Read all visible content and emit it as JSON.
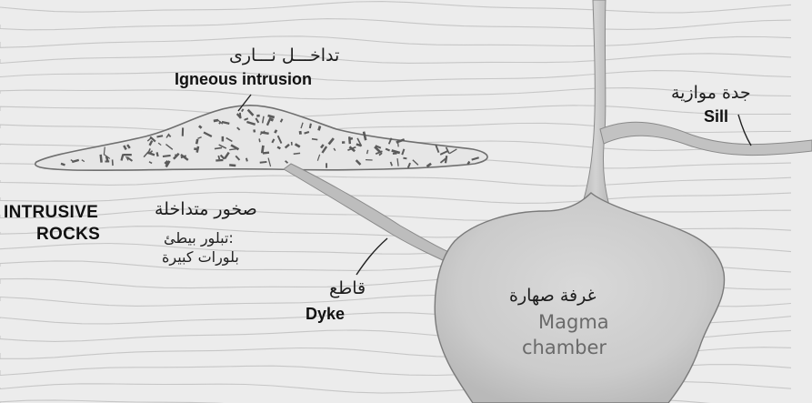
{
  "labels": {
    "igneous_intrusion": {
      "ar": "تداخـــل نـــارى",
      "en": "Igneous intrusion"
    },
    "sill": {
      "ar": "جدة موازية",
      "en": "Sill"
    },
    "intrusive_rocks": {
      "ar": "صخور متداخلة",
      "en_line1": "INTRUSIVE",
      "en_line2": "ROCKS"
    },
    "crystal_note": {
      "line1": "تبلور بيطئ:",
      "line2": "بلورات كبيرة"
    },
    "dyke": {
      "ar": "قاطع",
      "en": "Dyke"
    },
    "magma_chamber": {
      "ar": "غرفة صهارة",
      "en_line1": "Magma",
      "en_line2": "chamber"
    }
  },
  "colors": {
    "background": "#ececec",
    "rock_waves": "#c9c9c9",
    "magma": "#cfcfcf",
    "magma_edge": "#7a7a7a",
    "intrusion_fill": "#e4e4e4",
    "intrusion_speckle": "#555555",
    "text": "#1a1a1a",
    "chamber_en_text": "#6a6a6a"
  }
}
